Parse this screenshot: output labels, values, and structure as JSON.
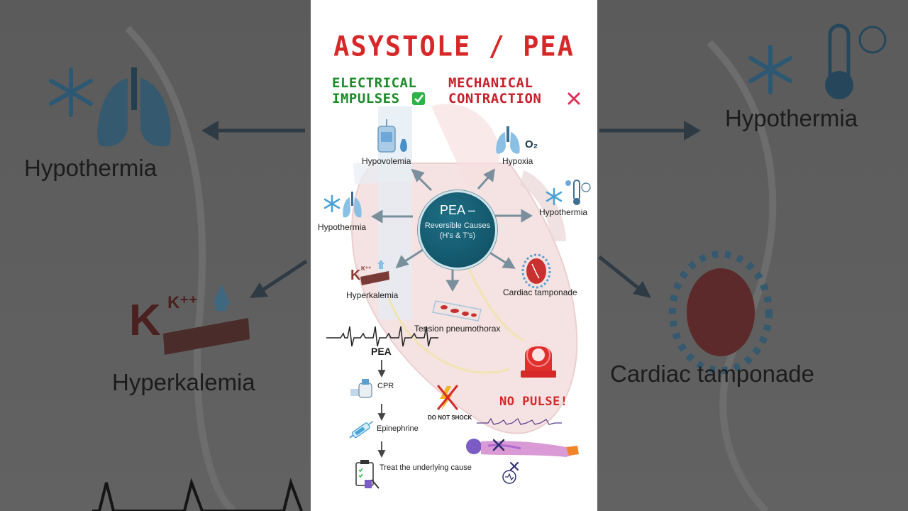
{
  "title": "ASYSTOLE / PEA",
  "headers": {
    "electrical": [
      "ELECTRICAL",
      "IMPULSES"
    ],
    "mechanical": [
      "MECHANICAL",
      "CONTRACTION"
    ]
  },
  "center": {
    "line1": "PEA –",
    "line2": "Reversible Causes",
    "line3": "(H's & T's)"
  },
  "causes": {
    "hypovolemia": "Hypovolemia",
    "hypoxia": "Hypoxia",
    "hypothermia_left": "Hypothermia",
    "hypothermia_right": "Hypothermia",
    "hyperkalemia": "Hyperkalemia",
    "tamponade": "Cardiac tamponade",
    "pneumothorax": "Tension pneumothorax"
  },
  "icon_text": {
    "o2": "O₂",
    "k": "K",
    "kplus": "K⁺⁺"
  },
  "flow": {
    "pea": "PEA",
    "cpr": "CPR",
    "epinephrine": "Epinephrine",
    "treat": "Treat the underlying cause"
  },
  "warnings": {
    "no_shock": "DO NOT SHOCK",
    "no_pulse": "NO PULSE!"
  },
  "background": {
    "left_top": "Hypothermia",
    "left_bottom": "Hyperkalemia",
    "right_top": "Hypothermia",
    "right_bottom": "Cardiac tamponade",
    "k": "K",
    "kplus": "K⁺⁺"
  },
  "colors": {
    "title_red": "#d62828",
    "green": "#1c8b2a",
    "teal": "#0e4b5e",
    "icon_blue": "#4aa3d8"
  }
}
